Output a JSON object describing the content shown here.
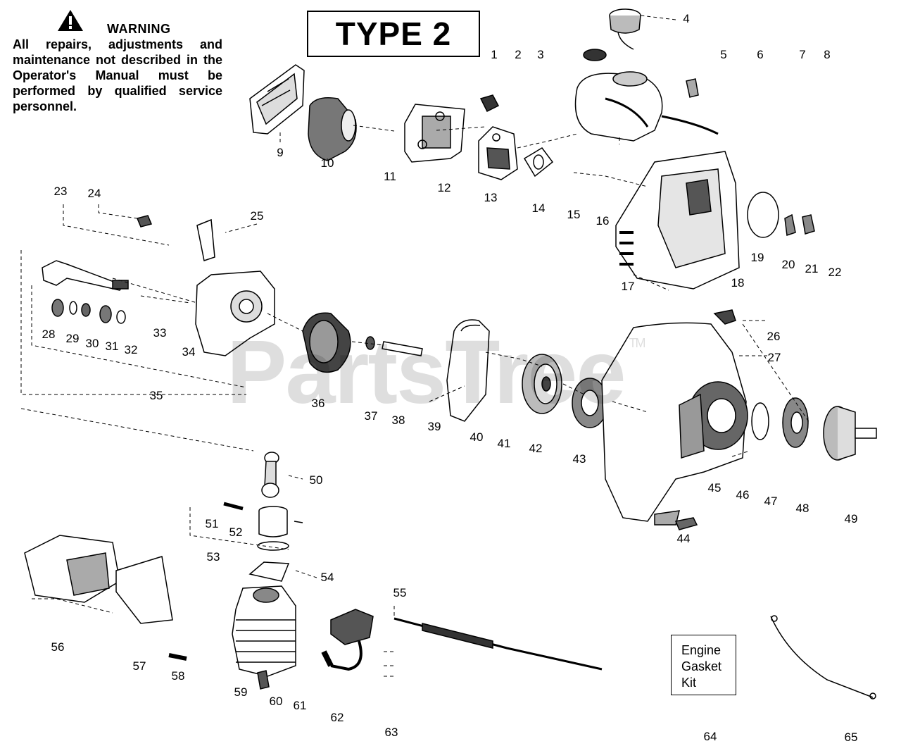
{
  "warning": {
    "heading": "WARNING",
    "text": "All repairs, adjustments and maintenance not described in the Operator's Manual must be performed by qualified service personnel."
  },
  "type_label": "TYPE 2",
  "kit_label": [
    "Engine",
    "Gasket",
    "Kit"
  ],
  "watermark": {
    "text": "PartsTree",
    "mark": "TM"
  },
  "part_numbers": [
    "1",
    "2",
    "3",
    "4",
    "5",
    "6",
    "7",
    "8",
    "9",
    "10",
    "11",
    "12",
    "13",
    "14",
    "15",
    "16",
    "17",
    "18",
    "19",
    "20",
    "21",
    "22",
    "23",
    "24",
    "25",
    "26",
    "27",
    "28",
    "29",
    "30",
    "31",
    "32",
    "33",
    "34",
    "35",
    "36",
    "37",
    "38",
    "39",
    "40",
    "41",
    "42",
    "43",
    "44",
    "45",
    "46",
    "47",
    "48",
    "49",
    "50",
    "51",
    "52",
    "53",
    "54",
    "55",
    "56",
    "57",
    "58",
    "59",
    "60",
    "61",
    "62",
    "63",
    "64",
    "65"
  ]
}
